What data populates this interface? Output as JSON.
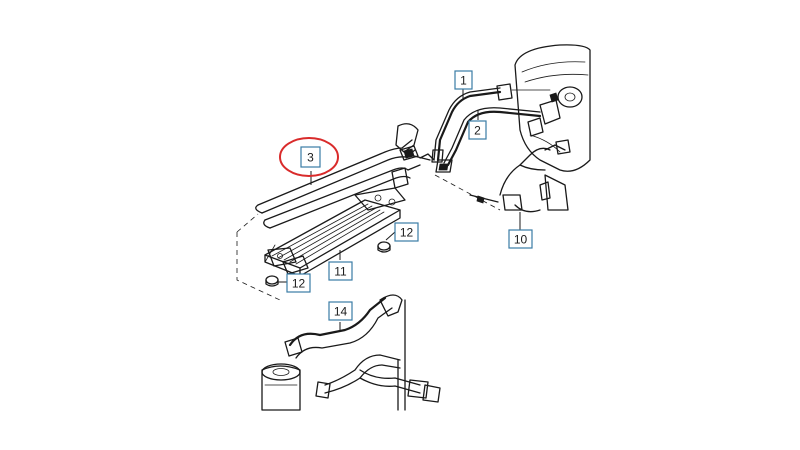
{
  "diagram": {
    "highlight_color": "#d92b2b",
    "label_border_color": "#3a7ca5",
    "labels": [
      {
        "id": "label-1",
        "text": "1"
      },
      {
        "id": "label-2",
        "text": "2"
      },
      {
        "id": "label-3",
        "text": "3"
      },
      {
        "id": "label-10",
        "text": "10"
      },
      {
        "id": "label-11",
        "text": "11"
      },
      {
        "id": "label-12a",
        "text": "12"
      },
      {
        "id": "label-12b",
        "text": "12"
      },
      {
        "id": "label-14",
        "text": "14"
      }
    ],
    "highlighted_label": "3"
  }
}
